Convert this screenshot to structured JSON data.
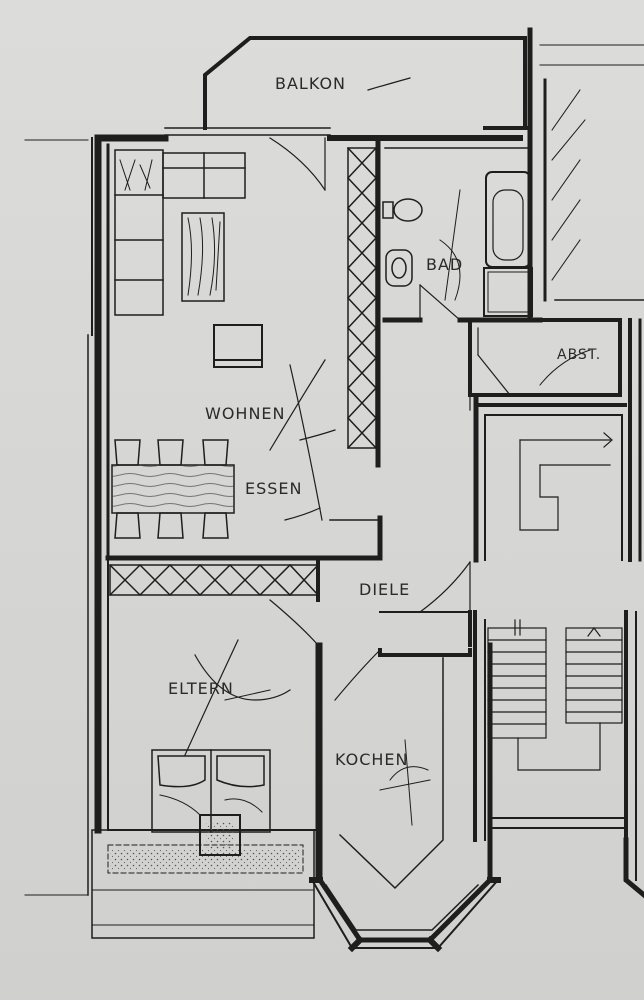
{
  "plan": {
    "rooms": {
      "balkon": "BALKON",
      "bad": "BAD",
      "abst": "ABST.",
      "wohnen": "WOHNEN",
      "essen": "ESSEN",
      "diele": "DIELE",
      "eltern": "ELTERN",
      "kochen": "KOCHEN"
    },
    "colors": {
      "paper": "#d8d8d6",
      "ink": "#1e1e1e",
      "hatch": "#444444"
    }
  }
}
